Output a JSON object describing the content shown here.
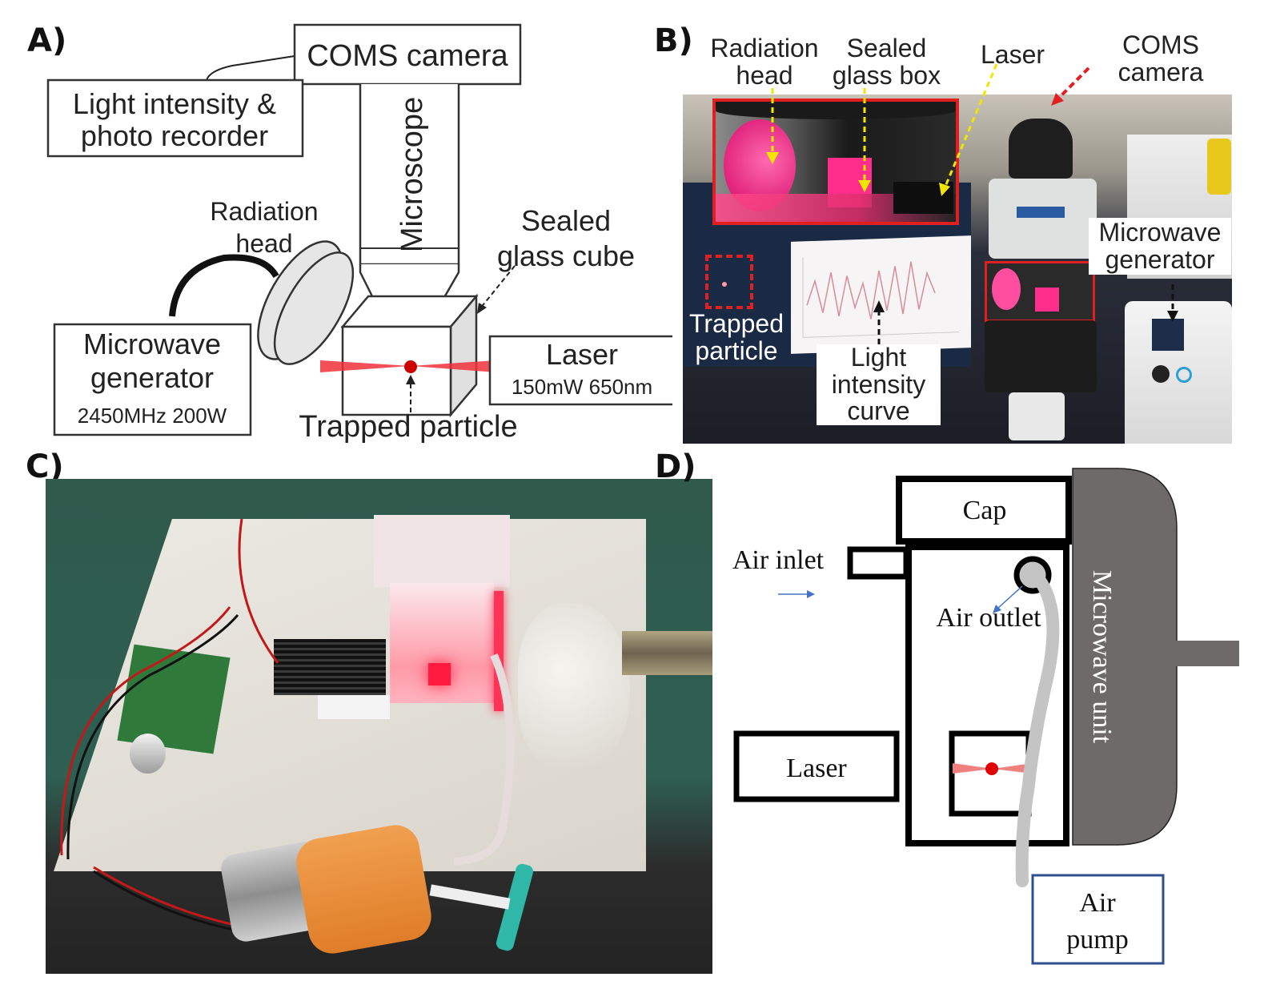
{
  "figure": {
    "panels": [
      {
        "id": "A",
        "label": "A)"
      },
      {
        "id": "B",
        "label": "B)"
      },
      {
        "id": "C",
        "label": "C)"
      },
      {
        "id": "D",
        "label": "D)"
      }
    ]
  },
  "panel_a": {
    "camera": "COMS camera",
    "recorder_line1": "Light intensity &",
    "recorder_line2": "photo recorder",
    "microscope": "Microscope",
    "radiation_head_line1": "Radiation",
    "radiation_head_line2": "head",
    "glass_cube_line1": "Sealed",
    "glass_cube_line2": "glass cube",
    "generator_line1": "Microwave",
    "generator_line2": "generator",
    "generator_spec": "2450MHz 200W",
    "laser": "Laser",
    "laser_spec": "150mW 650nm",
    "particle": "Trapped particle",
    "colors": {
      "laser_beam": "#f0303a",
      "particle": "#cc0000",
      "lens_fill": "#e6e6e6"
    }
  },
  "panel_b": {
    "radiation_head_line1": "Radiation",
    "radiation_head_line2": "head",
    "glass_box_line1": "Sealed",
    "glass_box_line2": "glass box",
    "laser": "Laser",
    "camera_line1": "COMS",
    "camera_line2": "camera",
    "generator_line1": "Microwave",
    "generator_line2": "generator",
    "particle_line1": "Trapped",
    "particle_line2": "particle",
    "curve_line1": "Light",
    "curve_line2": "intensity",
    "curve_line3": "curve",
    "colors": {
      "highlight_box": "#e02020",
      "arrow_yellow": "#f2e600",
      "arrow_red": "#e02020"
    }
  },
  "panel_c": {
    "description": "Photograph of prototype: laser module with heat sink, glowing sealed cube, radiation head, speed controller board, orange air pump with filter"
  },
  "panel_d": {
    "cap": "Cap",
    "air_inlet": "Air inlet",
    "air_outlet": "Air outlet",
    "microwave_unit": "Microwave unit",
    "laser": "Laser",
    "air_pump_line1": "Air",
    "air_pump_line2": "pump",
    "colors": {
      "microwave_unit": "#6e6a6a",
      "tube": "#c4c4c4",
      "pump_border": "#2f4f8f",
      "arrow": "#4472c4",
      "beam": "#f08080",
      "particle": "#e00000"
    }
  }
}
